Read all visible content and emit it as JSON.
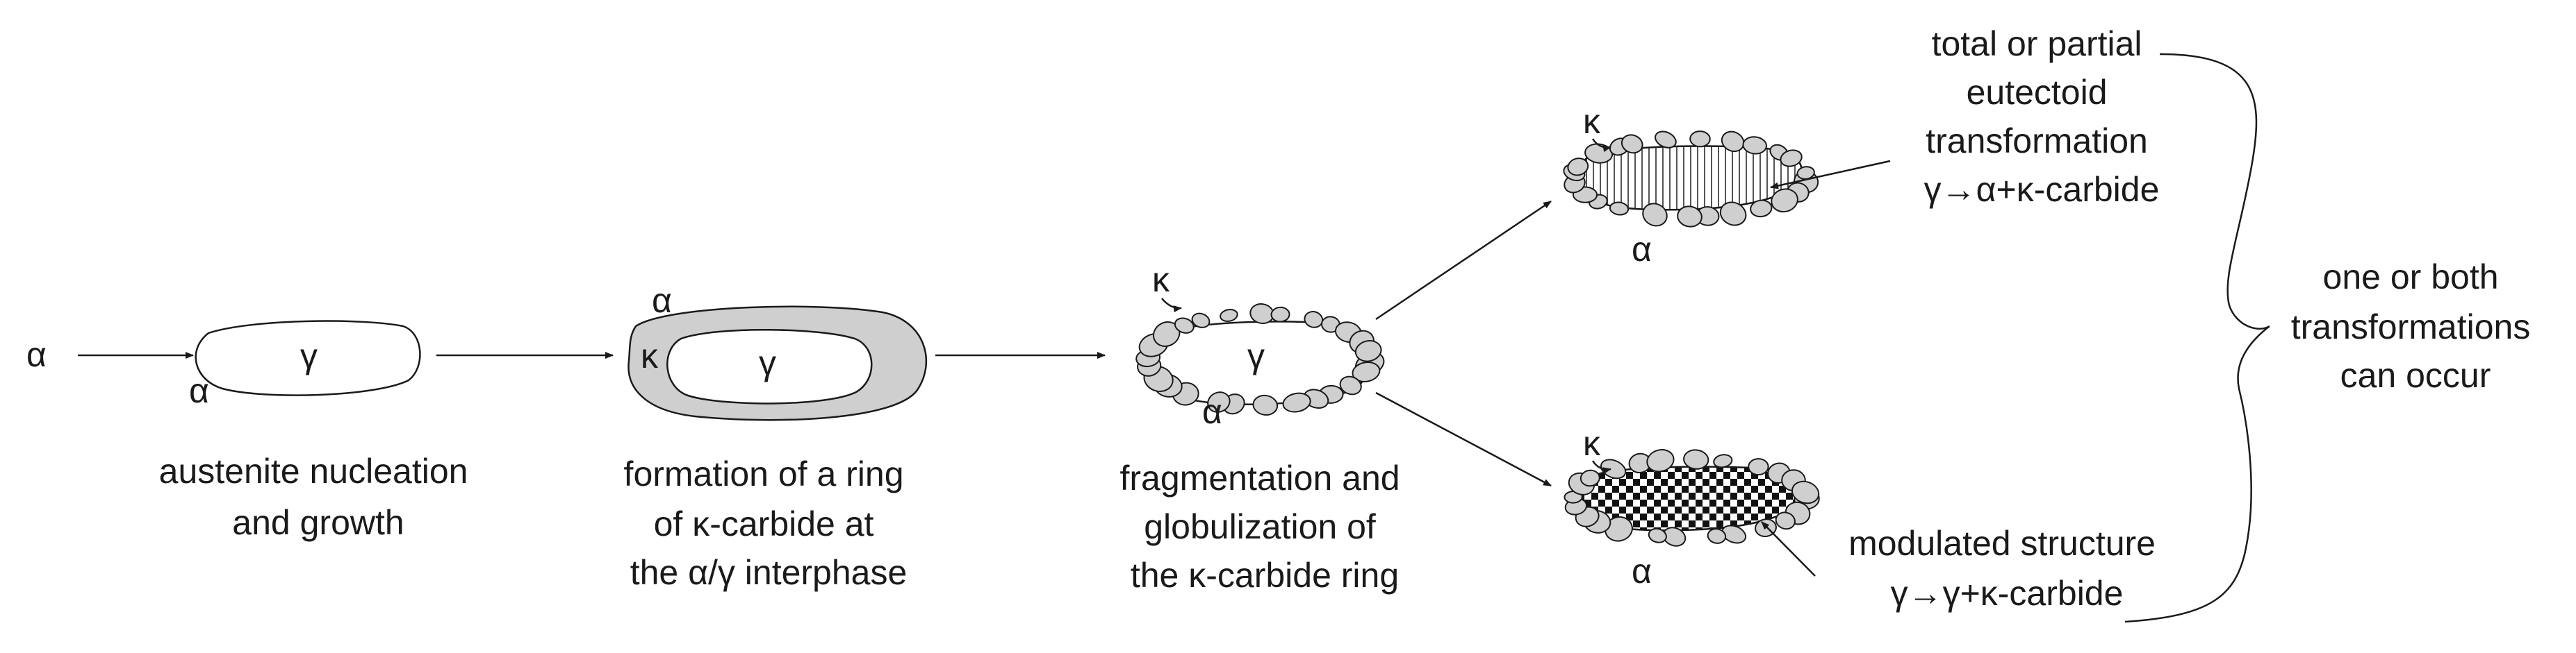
{
  "stage1": {
    "alpha_left": "α",
    "gamma": "γ",
    "alpha_sub": "α",
    "caption": [
      "austenite nucleation",
      "and growth"
    ]
  },
  "stage2": {
    "alpha": "α",
    "kappa": "κ",
    "gamma": "γ",
    "caption": [
      "formation of a ring",
      "of κ-carbide at",
      "the α/γ interphase"
    ]
  },
  "stage3": {
    "kappa": "κ",
    "gamma": "γ",
    "alpha": "α",
    "caption": [
      "fragmentation and",
      "globulization of",
      "the κ-carbide ring"
    ]
  },
  "eutectoid": {
    "kappa": "κ",
    "alpha": "α",
    "caption": [
      "total or partial",
      "eutectoid",
      "transformation",
      "γ→α+κ-carbide"
    ]
  },
  "modulated": {
    "kappa": "κ",
    "alpha": "α",
    "caption": [
      "modulated structure",
      "γ→γ+κ-carbide"
    ]
  },
  "brace_note": [
    "one or both",
    "transformations",
    "can occur"
  ],
  "colors": {
    "ink": "#1a1a1a",
    "carbide_fill": "#cfcfcf",
    "hatch": "#555555"
  }
}
